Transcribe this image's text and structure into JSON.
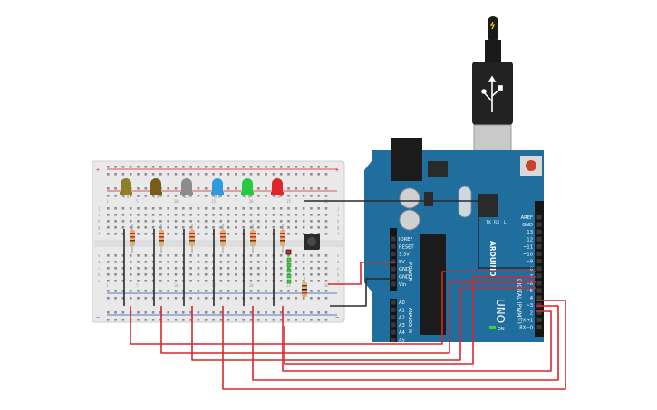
{
  "app": {
    "title": "Arduino circuit with breadboard, six LEDs and a pushbutton"
  },
  "colors": {
    "background": "#ffffff",
    "breadboard": "#e9e9e9",
    "arduino": "#1f6e9e",
    "wire_red": "#d8262b",
    "wire_black": "#2a2a2a",
    "led_colors": [
      "#8f7e2a",
      "#7a5b17",
      "#8c8c8c",
      "#2d9be0",
      "#27c93f",
      "#e0262d"
    ]
  },
  "breadboard": {
    "power_symbol_plus": "+",
    "power_symbol_minus": "−",
    "row_letters_top": [
      "j",
      "i",
      "h",
      "g",
      "f"
    ],
    "row_letters_bottom": [
      "e",
      "d",
      "c",
      "b",
      "a"
    ],
    "column_numbers": [
      "1",
      "5",
      "10",
      "15",
      "20",
      "25",
      "30"
    ]
  },
  "leds": [
    {
      "name": "led-olive"
    },
    {
      "name": "led-brown"
    },
    {
      "name": "led-gray"
    },
    {
      "name": "led-blue"
    },
    {
      "name": "led-green"
    },
    {
      "name": "led-red"
    }
  ],
  "arduino": {
    "brand": "ARDUINO",
    "model": "UNO",
    "digital_header_label": "DIGITAL (PWM~)",
    "power_header_label": "POWER",
    "analog_header_label": "ANALOG IN",
    "on_label": "ON",
    "tx_label": "TX",
    "rx_label": "RX",
    "l_label": "L",
    "digital_pins": [
      "AREF",
      "GND",
      "13",
      "12",
      "~11",
      "~10",
      "~9",
      "8",
      "7",
      "~6",
      "~5",
      "4",
      "~3",
      "2",
      "TX→1",
      "RX←0"
    ],
    "power_pins": [
      "IOREF",
      "RESET",
      "3.3V",
      "5V",
      "GND",
      "GND",
      "Vin"
    ],
    "analog_pins": [
      "A0",
      "A1",
      "A2",
      "A3",
      "A4",
      "A5"
    ]
  },
  "usb": {
    "connector_icon": "usb-icon",
    "plug_icon": "lightning-icon"
  }
}
